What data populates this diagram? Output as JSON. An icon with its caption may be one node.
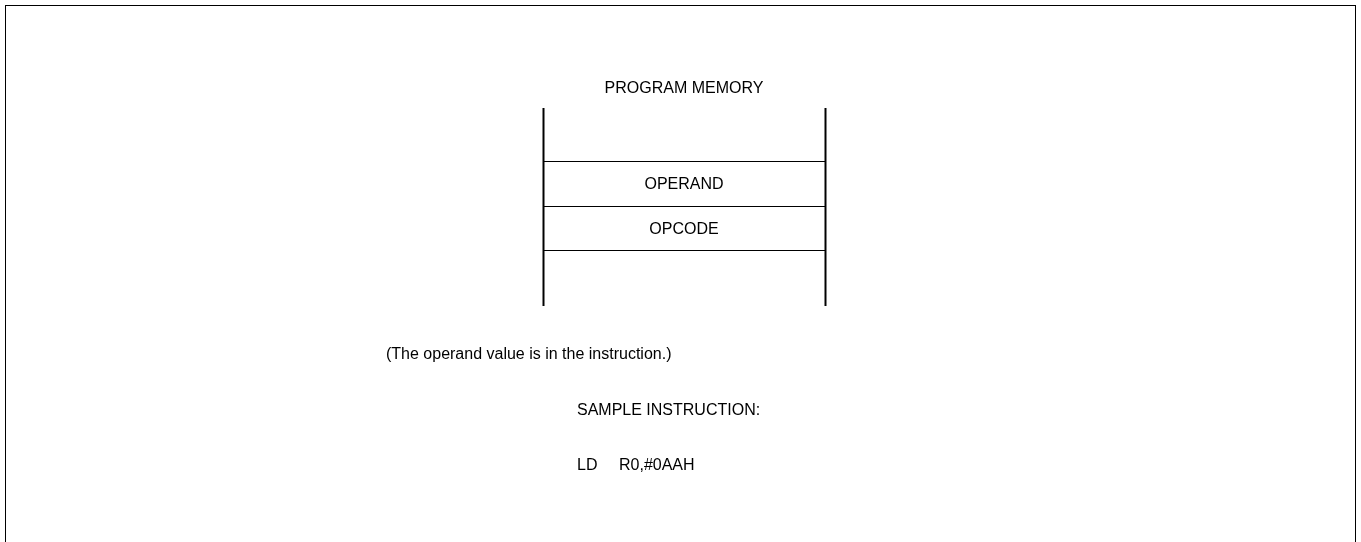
{
  "diagram": {
    "title": "PROGRAM MEMORY",
    "nodes": [
      {
        "text": [
          "OPERAND"
        ]
      },
      {
        "text": [
          "OPCODE"
        ]
      }
    ],
    "edges": [],
    "labels": [
      "(The operand value is in the instruction.)",
      "SAMPLE INSTRUCTION:",
      "LD",
      "R0,#0AAH"
    ]
  }
}
